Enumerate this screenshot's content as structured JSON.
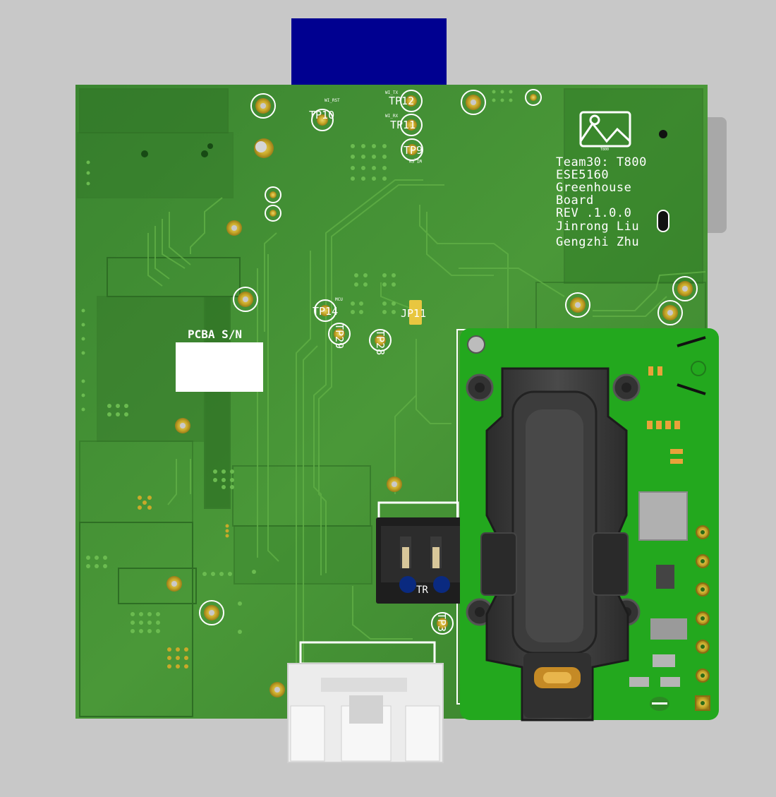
{
  "board_text": {
    "lines": [
      "Team30: T800",
      "ESE5160",
      "Greenhouse",
      "Board",
      "REV .1.0.0",
      "Jinrong Liu",
      "Gengzhi Zhu"
    ],
    "logo_caption": "T800"
  },
  "pcba_label": "PCBA S/N",
  "test_points": {
    "tp10": "TP10",
    "tp12": "TP12",
    "tp11": "TP11",
    "tp9": "TP9",
    "tp14": "TP14",
    "tp29": "TP29",
    "tp28": "TP28",
    "tp3": "TP3"
  },
  "tiny_labels": {
    "wi_rst": "WI_RST",
    "wi_tx": "WI_TX",
    "wi_rx": "WI_RX",
    "wi_en": "WI_EN",
    "mcu": "MCU"
  },
  "jumper": "JP11",
  "connector_text": "TR",
  "colors": {
    "background": "#c8c8c8",
    "board": "#3f8a2f",
    "board_dark": "#2f6f25",
    "board_light": "#5da640",
    "sensor_module": "#23a81e",
    "pad_gold": "#c9a929",
    "blue_connector": "#000090",
    "housing": "#3a3a3a",
    "white_connector": "#ececec"
  }
}
